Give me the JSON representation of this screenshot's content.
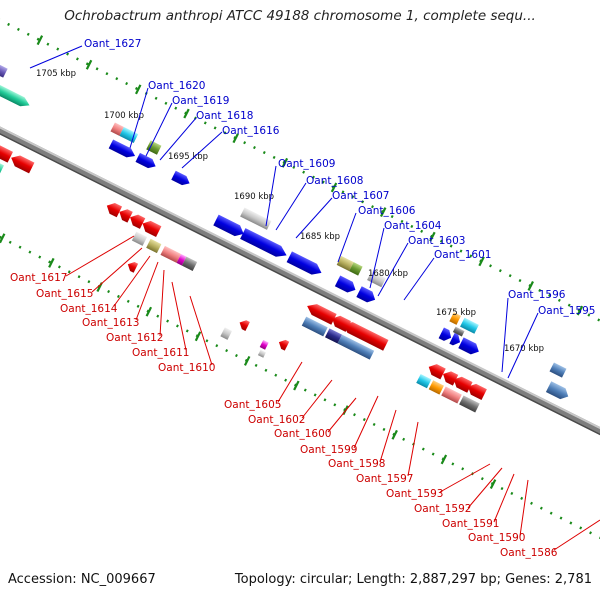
{
  "title": "Ochrobactrum anthropi ATCC 49188 chromosome 1, complete sequ...",
  "footer": {
    "accession": "Accession: NC_009667",
    "summary": "Topology: circular; Length: 2,887,297 bp; Genes: 2,781"
  },
  "colors": {
    "backbone": "#7a7a7a",
    "forward": "#0000ee",
    "reverse": "#ee0000",
    "ticks": "#1a8a1a"
  },
  "kbp_labels": [
    "1705 kbp",
    "1700 kbp",
    "1695 kbp",
    "1690 kbp",
    "1685 kbp",
    "1680 kbp",
    "1675 kbp",
    "1670 kbp"
  ],
  "forward_labels": [
    "Oant_1627",
    "Oant_1620",
    "Oant_1619",
    "Oant_1618",
    "Oant_1616",
    "Oant_1609",
    "Oant_1608",
    "Oant_1607",
    "Oant_1606",
    "Oant_1604",
    "Oant_1603",
    "Oant_1601",
    "Oant_1596",
    "Oant_1595"
  ],
  "reverse_labels": [
    "Oant_1617",
    "Oant_1615",
    "Oant_1614",
    "Oant_1613",
    "Oant_1612",
    "Oant_1611",
    "Oant_1610",
    "Oant_1605",
    "Oant_1602",
    "Oant_1600",
    "Oant_1599",
    "Oant_1598",
    "Oant_1597",
    "Oant_1593",
    "Oant_1592",
    "Oant_1591",
    "Oant_1590",
    "Oant_1586"
  ]
}
